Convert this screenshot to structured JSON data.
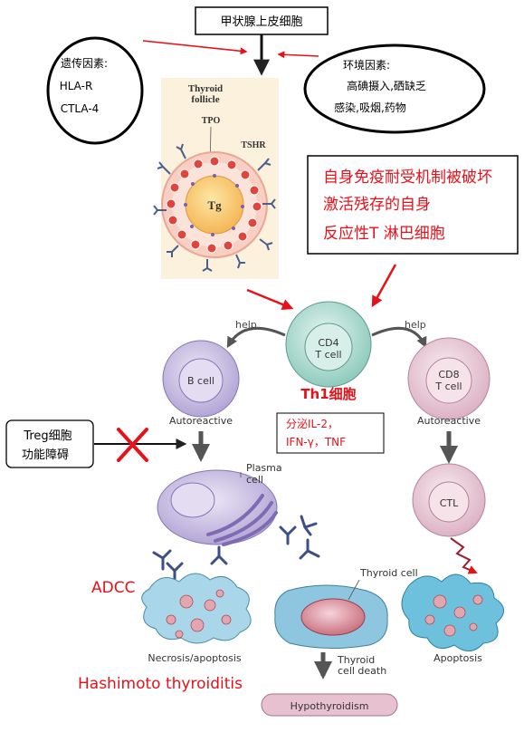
{
  "title_box": "甲状腺上皮细胞",
  "genetic": {
    "title": "遗传因素:",
    "line1": "HLA-R",
    "line2": "CTLA-4"
  },
  "environment": {
    "title": "环境因素:",
    "line1": "高碘摄入,硒缺乏",
    "line2": "感染,吸烟,药物"
  },
  "follicle": {
    "title1": "Thyroid",
    "title2": "follicle",
    "tpo": "TPO",
    "tshr": "TSHR",
    "tg": "Tg"
  },
  "red_box": {
    "line1": "自身免疫耐受机制被破坏",
    "line2": "激活残存的自身",
    "line3": "反应性T 淋巴细胞"
  },
  "cd4": {
    "line1": "CD4",
    "line2": "T cell",
    "label": "Th1细胞"
  },
  "help_left": "help",
  "help_right": "help",
  "bcell": {
    "label": "B cell",
    "caption": "Autoreactive"
  },
  "cd8": {
    "line1": "CD8",
    "line2": "T cell",
    "caption": "Autoreactive"
  },
  "secrete": {
    "line1": "分泌IL-2，",
    "line2": "IFN-γ，TNF"
  },
  "treg": {
    "line1": "Treg细胞",
    "line2": "功能障碍"
  },
  "plasma": {
    "line1": "Plasma",
    "line2": "cell"
  },
  "ctl": "CTL",
  "adcc": "ADCC",
  "thyroid_cell": "Thyroid cell",
  "necrosis": "Necrosis/apoptosis",
  "thyroid_death": {
    "line1": "Thyroid",
    "line2": "cell death"
  },
  "apoptosis": "Apoptosis",
  "hashimoto": "Hashimoto thyroiditis",
  "hypothyroidism": "Hypothyroidism",
  "colors": {
    "red": "#e8111a",
    "teal": "#bfe3da",
    "purple": "#c8bde0",
    "pink": "#f1d6e1"
  }
}
